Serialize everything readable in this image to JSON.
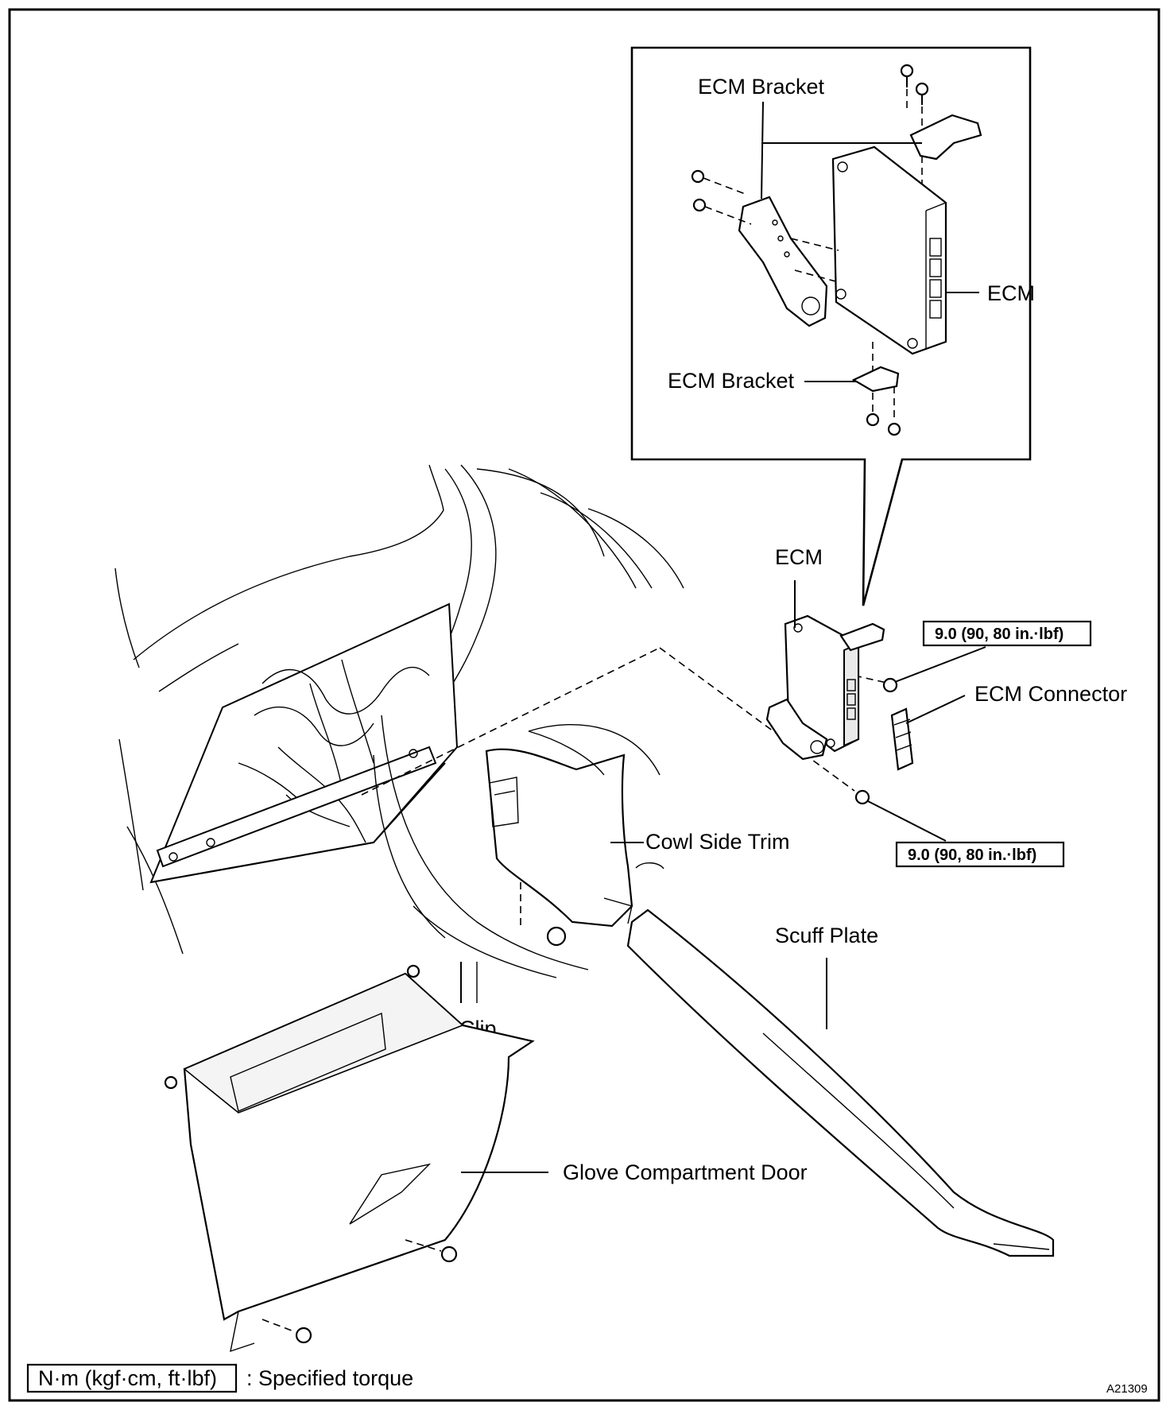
{
  "labels": {
    "ecm_bracket_top": "ECM Bracket",
    "ecm_inset": "ECM",
    "ecm_bracket_bottom": "ECM Bracket",
    "ecm_main": "ECM",
    "torque_top": "9.0 (90, 80 in.·lbf)",
    "ecm_connector": "ECM Connector",
    "torque_bottom": "9.0 (90, 80 in.·lbf)",
    "cowl_side_trim": "Cowl Side Trim",
    "scuff_plate": "Scuff Plate",
    "clip": "Clip",
    "glove_compartment_door": "Glove Compartment Door"
  },
  "legend": {
    "unit_box": "N·m (kgf·cm, ft·lbf)",
    "description": ": Specified torque"
  },
  "figure_code": "A21309"
}
